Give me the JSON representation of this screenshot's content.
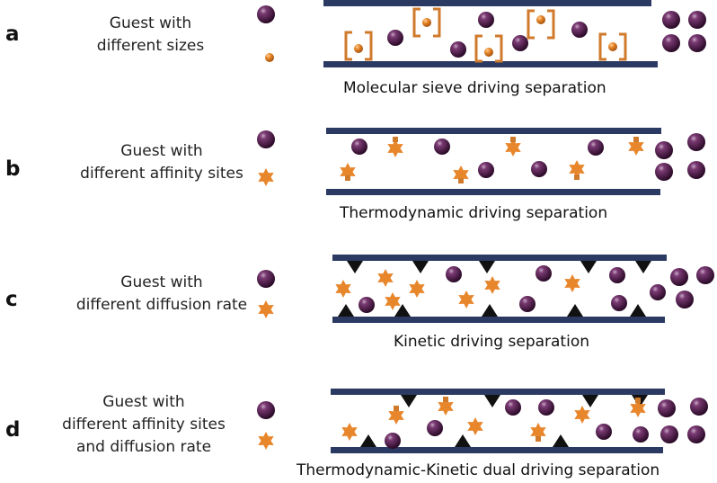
{
  "panels": [
    {
      "letter": "a",
      "guest_lines": [
        "Guest with",
        "different sizes"
      ],
      "caption": "Molecular sieve driving separation",
      "type": "sieve"
    },
    {
      "letter": "b",
      "guest_lines": [
        "Guest with",
        "different affinity sites"
      ],
      "caption": "Thermodynamic  driving separation",
      "type": "thermo"
    },
    {
      "letter": "c",
      "guest_lines": [
        "Guest with",
        "different diffusion rate"
      ],
      "caption": "Kinetic driving separation",
      "type": "kinetic"
    },
    {
      "letter": "d",
      "guest_lines": [
        "Guest with",
        "different affinity sites",
        "and diffusion rate"
      ],
      "caption": "Thermodynamic-Kinetic dual driving separation",
      "type": "dual"
    }
  ],
  "colors": {
    "wall": "#2b3a63",
    "sphere": "#4a1545",
    "sphere_highlight": "#b89ab6",
    "small_sphere": "#e0852a",
    "star": "#e8862c",
    "bracket": "#d07a2c",
    "site": "#111111"
  },
  "icons": [
    "purple-sphere-icon",
    "orange-sphere-icon",
    "orange-star-icon",
    "orange-bracket-icon",
    "black-triangle-icon"
  ]
}
